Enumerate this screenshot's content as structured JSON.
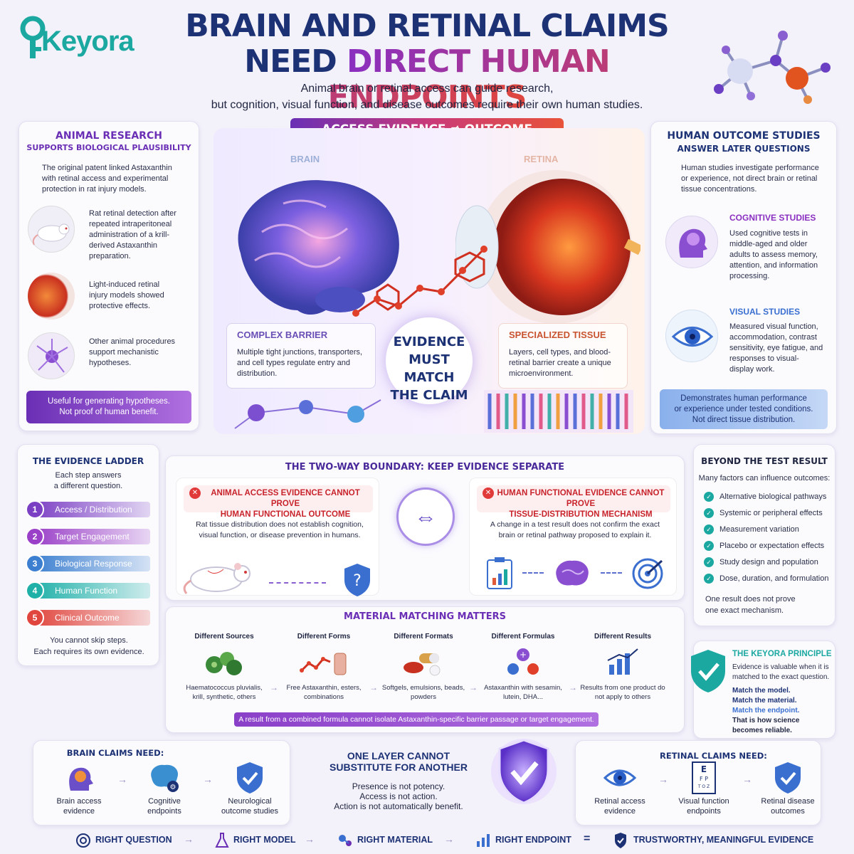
{
  "brand": {
    "name": "Keyora"
  },
  "header": {
    "title_line1": "BRAIN AND RETINAL CLAIMS",
    "title_line2_a": "NEED ",
    "title_line2_b": "DIRECT HUMAN ENDPOINTS",
    "subtitle_1": "Animal brain or retinal access can guide research,",
    "subtitle_2": "but cognition, visual function, and disease outcomes require their own human studies."
  },
  "banner": "ACCESS EVIDENCE ≠ OUTCOME EVIDENCE",
  "hero": {
    "brain_label": "BRAIN",
    "retina_label": "RETINA",
    "center_1": "EVIDENCE",
    "center_2": "MUST MATCH",
    "center_3": "THE CLAIM",
    "barrier_title": "COMPLEX BARRIER",
    "barrier_text": "Multiple tight junctions, transporters, and cell types regulate entry and distribution.",
    "tissue_title": "SPECIALIZED TISSUE",
    "tissue_text": "Layers, cell types, and blood-retinal barrier create a unique microenvironment."
  },
  "animal": {
    "title_1": "ANIMAL RESEARCH",
    "title_2": "SUPPORTS BIOLOGICAL PLAUSIBILITY",
    "intro": "The original patent linked Astaxanthin with retinal access and experimental protection in rat injury models.",
    "items": [
      {
        "text": "Rat retinal detection after repeated intraperitoneal administration of a krill-derived Astaxanthin preparation."
      },
      {
        "text": "Light-induced retinal injury models showed protective effects."
      },
      {
        "text": "Other animal procedures support mechanistic hypotheses."
      }
    ],
    "footer_1": "Useful for generating hypotheses.",
    "footer_2": "Not proof of human benefit."
  },
  "human": {
    "title_1": "HUMAN OUTCOME STUDIES",
    "title_2": "ANSWER LATER QUESTIONS",
    "intro": "Human studies investigate performance or experience, not direct brain or retinal tissue concentrations.",
    "cog_title": "COGNITIVE STUDIES",
    "cog_text": "Used cognitive tests in middle-aged and older adults to assess memory, attention, and information processing.",
    "vis_title": "VISUAL STUDIES",
    "vis_text": "Measured visual function, accommodation, contrast sensitivity, eye fatigue, and responses to visual-display work.",
    "footer_1": "Demonstrates human performance",
    "footer_2": "or experience under tested conditions.",
    "footer_3": "Not direct tissue distribution."
  },
  "ladder": {
    "title": "THE EVIDENCE LADDER",
    "sub_1": "Each step answers",
    "sub_2": "a different question.",
    "steps": [
      {
        "n": "1",
        "label": "Access / Distribution",
        "color": "#7b3fc4"
      },
      {
        "n": "2",
        "label": "Target Engagement",
        "color": "#9a3fc7"
      },
      {
        "n": "3",
        "label": "Biological Response",
        "color": "#3c7fd0"
      },
      {
        "n": "4",
        "label": "Human Function",
        "color": "#1fb0a8"
      },
      {
        "n": "5",
        "label": "Clinical Outcome",
        "color": "#e0463e"
      }
    ],
    "foot_1": "You cannot skip steps.",
    "foot_2": "Each requires its own evidence."
  },
  "boundary": {
    "title": "THE TWO-WAY BOUNDARY: KEEP EVIDENCE SEPARATE",
    "left_title_1": "ANIMAL ACCESS EVIDENCE CANNOT PROVE",
    "left_title_2": "HUMAN FUNCTIONAL OUTCOME",
    "left_text": "Rat tissue distribution does not establish cognition, visual function, or disease prevention in humans.",
    "right_title_1": "HUMAN FUNCTIONAL EVIDENCE CANNOT PROVE",
    "right_title_2": "TISSUE-DISTRIBUTION MECHANISM",
    "right_text": "A change in a test result does not confirm the exact brain or retinal pathway proposed to explain it."
  },
  "beyond": {
    "title": "BEYOND THE TEST RESULT",
    "sub": "Many factors can influence outcomes:",
    "items": [
      "Alternative biological pathways",
      "Systemic or peripheral effects",
      "Measurement variation",
      "Placebo or expectation effects",
      "Study design and population",
      "Dose, duration, and formulation"
    ],
    "foot_1": "One result does not prove",
    "foot_2": "one exact mechanism."
  },
  "material": {
    "title": "MATERIAL MATCHING MATTERS",
    "cols": [
      {
        "head": "Different Sources",
        "text": "Haematococcus pluvialis, krill, synthetic, others"
      },
      {
        "head": "Different Forms",
        "text": "Free Astaxanthin, esters, combinations"
      },
      {
        "head": "Different Formats",
        "text": "Softgels, emulsions, beads, powders"
      },
      {
        "head": "Different Formulas",
        "text": "Astaxanthin with sesamin, lutein, DHA..."
      },
      {
        "head": "Different Results",
        "text": "Results from one product do not apply to others"
      }
    ],
    "footer": "A result from a combined formula cannot isolate Astaxanthin-specific barrier passage or target engagement."
  },
  "principle": {
    "title": "THE KEYORA PRINCIPLE",
    "text": "Evidence is valuable when it is matched to the exact question.",
    "l1": "Match the model.",
    "l2": "Match the material.",
    "l3": "Match the endpoint.",
    "l4": "That is how science",
    "l5": "becomes reliable."
  },
  "brain_claims": {
    "title": "BRAIN CLAIMS NEED:",
    "items": [
      {
        "l1": "Brain access",
        "l2": "evidence"
      },
      {
        "l1": "Cognitive",
        "l2": "endpoints"
      },
      {
        "l1": "Neurological",
        "l2": "outcome studies"
      }
    ]
  },
  "layer": {
    "title_1": "ONE LAYER CANNOT",
    "title_2": "SUBSTITUTE FOR ANOTHER",
    "l1": "Presence is not potency.",
    "l2": "Access is not action.",
    "l3": "Action is not automatically benefit."
  },
  "retinal_claims": {
    "title": "RETINAL CLAIMS NEED:",
    "items": [
      {
        "l1": "Retinal access",
        "l2": "evidence"
      },
      {
        "l1": "Visual function",
        "l2": "endpoints"
      },
      {
        "l1": "Retinal disease",
        "l2": "outcomes"
      }
    ]
  },
  "bottom": {
    "q": "RIGHT QUESTION",
    "m": "RIGHT MODEL",
    "mat": "RIGHT MATERIAL",
    "e": "RIGHT ENDPOINT",
    "eq": "=",
    "result": "TRUSTWORTHY, MEANINGFUL EVIDENCE"
  },
  "colors": {
    "navy": "#1d3275",
    "purple": "#6a2fb5",
    "red": "#e0463e",
    "teal": "#1aa8a0"
  }
}
